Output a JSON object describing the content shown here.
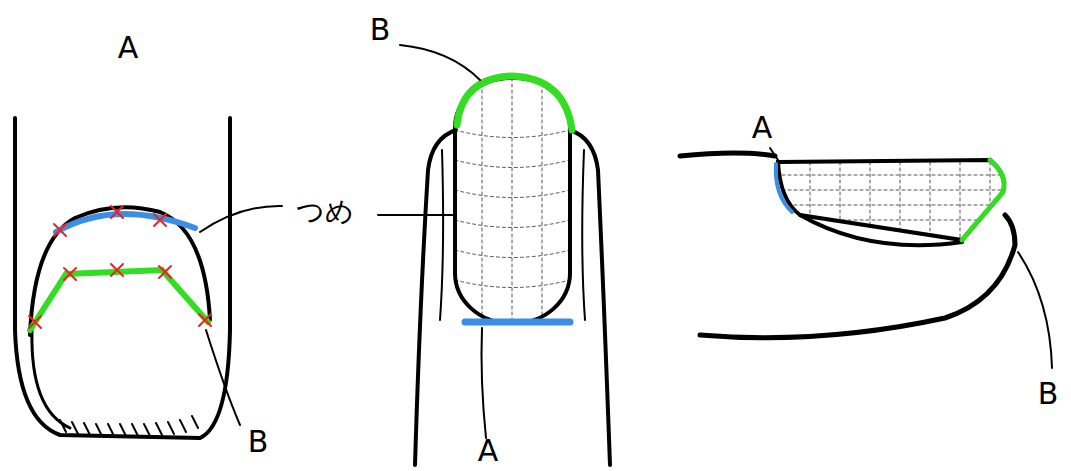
{
  "diagram": {
    "labels": [
      "A",
      "つめ",
      "B",
      "B",
      "A",
      "A",
      "B"
    ]
  }
}
